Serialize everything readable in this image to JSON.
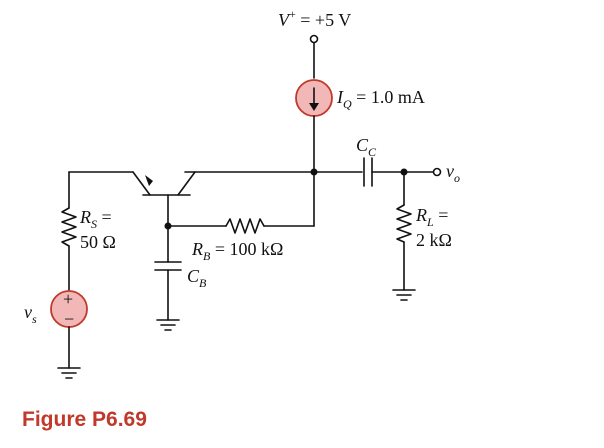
{
  "figure": {
    "caption": "Figure P6.69",
    "caption_color": "#c0392b",
    "accent_fill": "#f2b8b8",
    "accent_stroke": "#c0392b"
  },
  "labels": {
    "supply_V": "V",
    "supply_sup": "+",
    "supply_val": " = +5 V",
    "iq_I": "I",
    "iq_sub": "Q",
    "iq_val": " = 1.0 mA",
    "cc_C": "C",
    "cc_sub": "C",
    "vo_v": "v",
    "vo_sub": "o",
    "rs_R": "R",
    "rs_sub": "S",
    "rs_eq": " =",
    "rs_val": "50 Ω",
    "rb_R": "R",
    "rb_sub": "B",
    "rb_val": " = 100 kΩ",
    "cb_C": "C",
    "cb_sub": "B",
    "rl_R": "R",
    "rl_sub": "L",
    "rl_eq": " =",
    "rl_val": "2 kΩ",
    "vs_v": "v",
    "vs_sub": "s",
    "vs_plus": "+",
    "vs_minus": "−"
  }
}
